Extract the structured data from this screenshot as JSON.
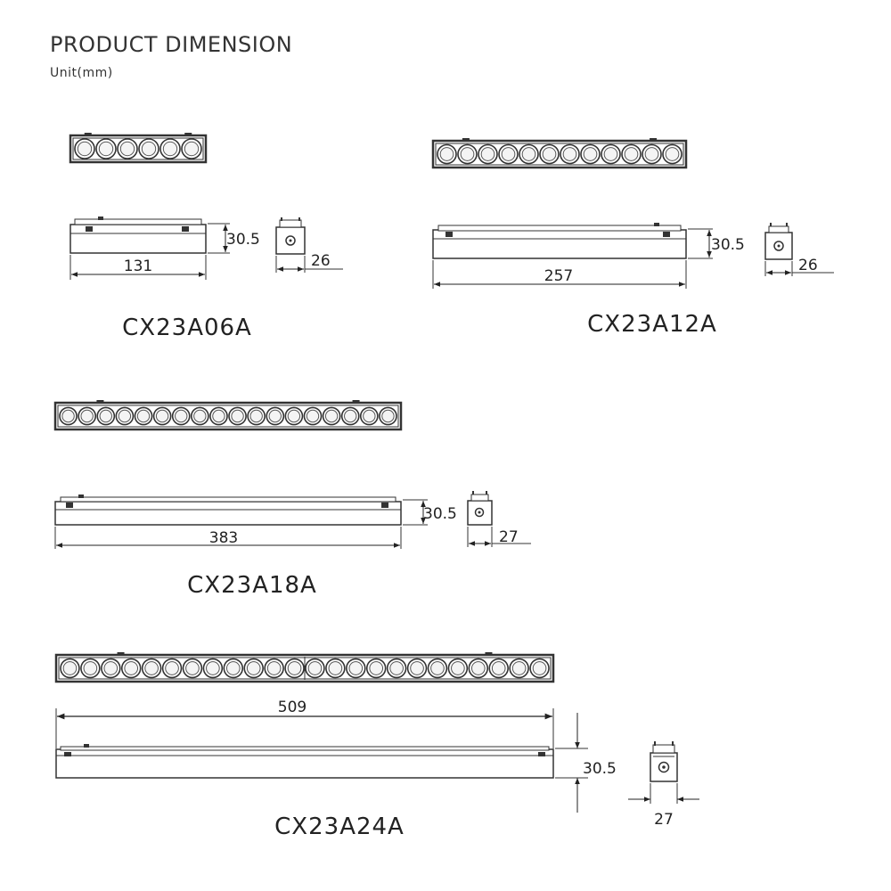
{
  "header": {
    "title": "PRODUCT DIMENSION",
    "unit": "Unit(mm)"
  },
  "products": [
    {
      "model": "CX23A06A",
      "led_count": 6,
      "length": "131",
      "height": "30.5",
      "width": "26"
    },
    {
      "model": "CX23A12A",
      "led_count": 12,
      "length": "257",
      "height": "30.5",
      "width": "26"
    },
    {
      "model": "CX23A18A",
      "led_count": 18,
      "length": "383",
      "height": "30.5",
      "width": "27"
    },
    {
      "model": "CX23A24A",
      "led_count": 24,
      "length": "509",
      "height": "30.5",
      "width": "27"
    }
  ],
  "colors": {
    "line": "#333333",
    "fill": "#ffffff",
    "strip": "#3a3a3a"
  }
}
